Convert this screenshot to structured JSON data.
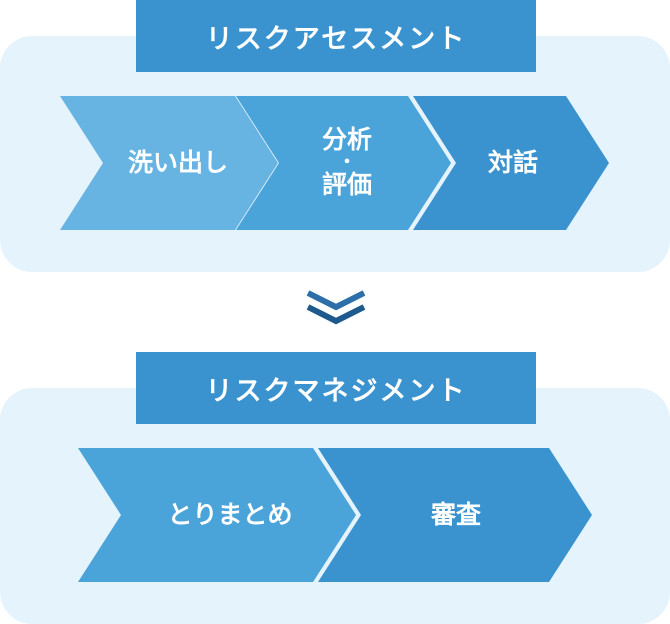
{
  "assessment": {
    "title": "リスクアセスメント",
    "steps": [
      {
        "line1": "洗い出し"
      },
      {
        "line1": "分析",
        "separator": "・",
        "line2": "評価"
      },
      {
        "line1": "対話"
      }
    ]
  },
  "management": {
    "title": "リスクマネジメント",
    "steps": [
      {
        "line1": "とりまとめ"
      },
      {
        "line1": "審査"
      }
    ]
  },
  "colors": {
    "panel_bg": "#e5f3fd",
    "header_bg": "#3a93cf",
    "arrow_light": "#67b4e2",
    "arrow_mid": "#4aa3d9",
    "arrow_dark": "#3a93cf",
    "chevron": "#1f5a8f"
  }
}
